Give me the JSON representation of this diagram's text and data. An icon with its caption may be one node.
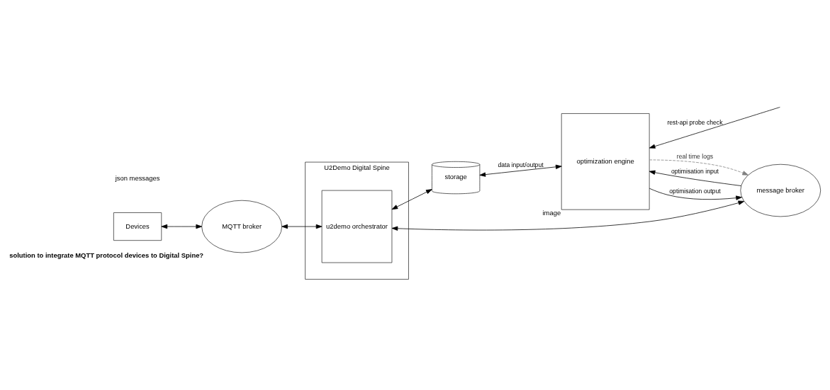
{
  "diagram": {
    "nodes": [
      {
        "text": [
          "Devices"
        ]
      },
      {
        "text": [
          "MQTT broker"
        ],
        "beside": [
          "solution to integrate MQTT protocol devices to Digital Spine?"
        ]
      },
      {
        "text": [
          "U2Demo Digital Spine"
        ]
      },
      {
        "text": [
          "u2demo orchestrator"
        ],
        "in": 2
      },
      {
        "text": [
          "storage"
        ]
      },
      {
        "text": [
          "message broker"
        ]
      },
      {
        "text": [
          "optimization engine"
        ],
        "beside": [
          "image"
        ]
      }
    ],
    "edges": [
      {
        "from": 0,
        "to": 1,
        "arrow": "both"
      },
      {
        "from": 1,
        "to": 3,
        "arrow": "both"
      },
      {
        "from": 3,
        "to": 4,
        "arrow": "both"
      },
      {
        "from": 3,
        "to": 5,
        "arrow": "both"
      },
      {
        "from": 5,
        "to": 6,
        "arrow": "to",
        "label": "optimisation input"
      },
      {
        "from": 6,
        "to": 5,
        "arrow": "to",
        "label": "optimisation output"
      },
      {
        "from": 6,
        "to": 5,
        "arrow": "to",
        "label": "real time logs",
        "style": "dashed",
        "color": "#808080"
      },
      {
        "from": 4,
        "to": 6,
        "arrow": "both",
        "label": "data input/output"
      },
      {
        "from": null,
        "to": 6,
        "arrow": "to",
        "label": "rest-api probe check"
      }
    ],
    "labels": [
      "json messages"
    ]
  }
}
